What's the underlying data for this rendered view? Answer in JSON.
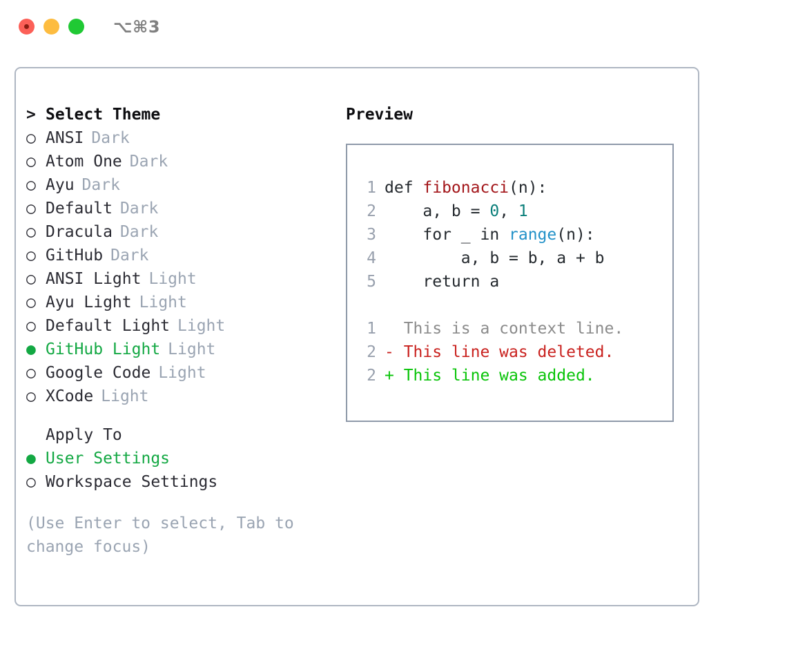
{
  "window": {
    "shortcut": "⌥⌘3",
    "traffic_lights": [
      {
        "name": "close",
        "color": "#fc6058"
      },
      {
        "name": "minimize",
        "color": "#fdbc40"
      },
      {
        "name": "maximize",
        "color": "#20c934"
      }
    ]
  },
  "colors": {
    "selected_green": "#13a843",
    "muted_gray": "#9aa4b2",
    "text": "#2b2b33",
    "panel_border": "#aeb6c2",
    "code_border": "#8e99a9",
    "diff_add": "#08c408",
    "diff_del": "#c9211e",
    "diff_ctx": "#8b8b8b",
    "syntax_function": "#a3161a",
    "syntax_number": "#0a7f7a",
    "syntax_builtin": "#2291c8"
  },
  "theme_list": {
    "header": {
      "caret": ">",
      "label": "Select Theme"
    },
    "items": [
      {
        "marker": "○",
        "label": "ANSI",
        "tag": "Dark",
        "selected": false
      },
      {
        "marker": "○",
        "label": "Atom One",
        "tag": "Dark",
        "selected": false
      },
      {
        "marker": "○",
        "label": "Ayu",
        "tag": "Dark",
        "selected": false
      },
      {
        "marker": "○",
        "label": "Default",
        "tag": "Dark",
        "selected": false
      },
      {
        "marker": "○",
        "label": "Dracula",
        "tag": "Dark",
        "selected": false
      },
      {
        "marker": "○",
        "label": "GitHub",
        "tag": "Dark",
        "selected": false
      },
      {
        "marker": "○",
        "label": "ANSI Light",
        "tag": "Light",
        "selected": false
      },
      {
        "marker": "○",
        "label": "Ayu Light",
        "tag": "Light",
        "selected": false
      },
      {
        "marker": "○",
        "label": "Default Light",
        "tag": "Light",
        "selected": false
      },
      {
        "marker": "●",
        "label": "GitHub Light",
        "tag": "Light",
        "selected": true
      },
      {
        "marker": "○",
        "label": "Google Code",
        "tag": "Light",
        "selected": false
      },
      {
        "marker": "○",
        "label": "XCode",
        "tag": "Light",
        "selected": false
      }
    ]
  },
  "apply_to": {
    "header": "Apply To",
    "items": [
      {
        "marker": "●",
        "label": "User Settings",
        "selected": true
      },
      {
        "marker": "○",
        "label": "Workspace Settings",
        "selected": false
      }
    ]
  },
  "hint": "(Use Enter to select, Tab to change focus)",
  "preview": {
    "title": "Preview",
    "code_lines": [
      {
        "number": "1",
        "tokens": [
          {
            "text": "def ",
            "kind": "plain"
          },
          {
            "text": "fibonacci",
            "kind": "func"
          },
          {
            "text": "(n):",
            "kind": "plain"
          }
        ]
      },
      {
        "number": "2",
        "tokens": [
          {
            "text": "    a, b = ",
            "kind": "plain"
          },
          {
            "text": "0",
            "kind": "num"
          },
          {
            "text": ", ",
            "kind": "plain"
          },
          {
            "text": "1",
            "kind": "num"
          }
        ]
      },
      {
        "number": "3",
        "tokens": [
          {
            "text": "    for _ in ",
            "kind": "plain"
          },
          {
            "text": "range",
            "kind": "builtin"
          },
          {
            "text": "(n):",
            "kind": "plain"
          }
        ]
      },
      {
        "number": "4",
        "tokens": [
          {
            "text": "        a, b = b, a + b",
            "kind": "plain"
          }
        ]
      },
      {
        "number": "5",
        "tokens": [
          {
            "text": "    return a",
            "kind": "plain"
          }
        ]
      }
    ],
    "diff_lines": [
      {
        "number": "1",
        "text": "  This is a context line.",
        "kind": "context"
      },
      {
        "number": "2",
        "text": "- This line was deleted.",
        "kind": "deletion"
      },
      {
        "number": "2",
        "text": "+ This line was added.",
        "kind": "addition"
      }
    ]
  }
}
